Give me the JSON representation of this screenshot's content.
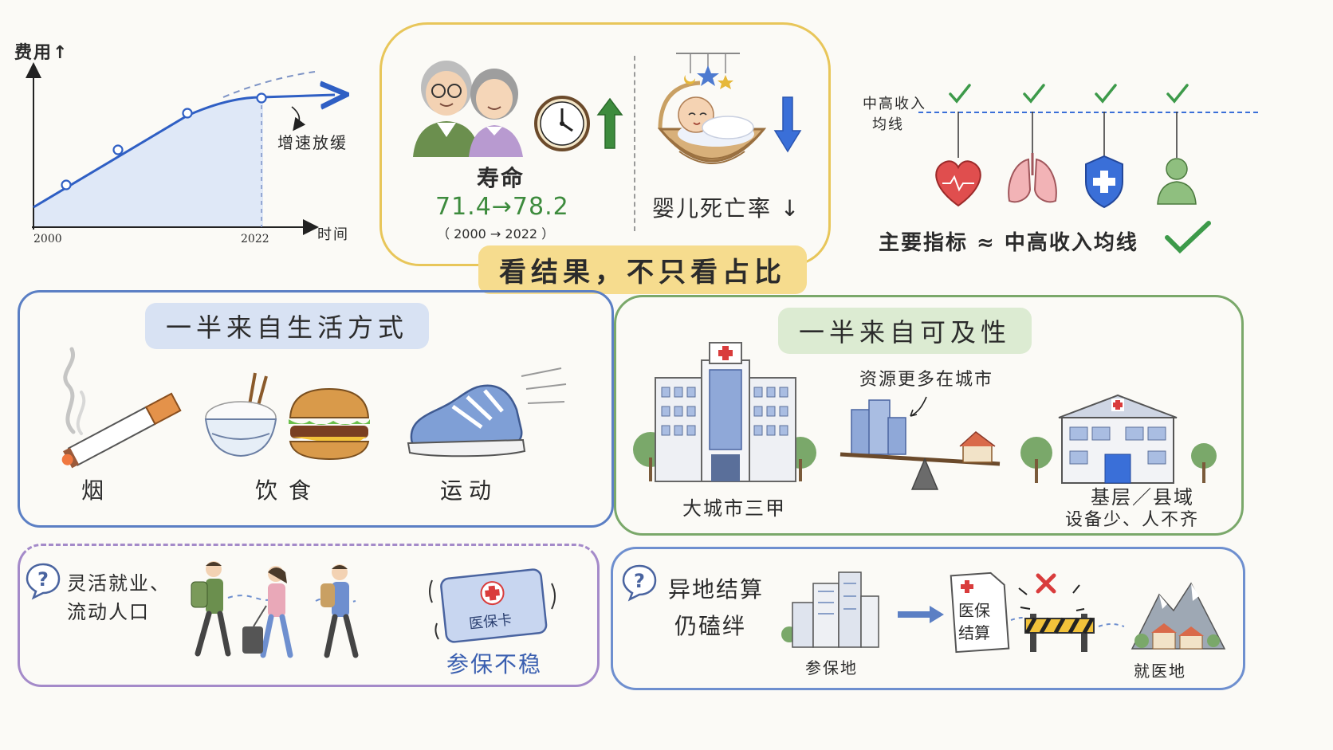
{
  "trend": {
    "y_axis_label": "费用↑",
    "x_axis_label": "时间",
    "tick_start": "2000",
    "tick_end": "2022",
    "note": "增速放缓",
    "line_color": "#2f5fc4",
    "fill_color": "#dce6f7"
  },
  "results": {
    "lifespan_title": "寿命",
    "lifespan_values": "71.4→78.2",
    "lifespan_years": "（ 2000 → 2022 ）",
    "infant_mortality": "婴儿死亡率 ↓",
    "banner": "看结果，不只看占比",
    "border_color": "#e8c65a",
    "up_color": "#3d8b3d",
    "down_color": "#3a6fd8"
  },
  "indicators": {
    "benchmark_label_1": "中高收入",
    "benchmark_label_2": "均线",
    "summary": "主要指标 ≈ 中高收入均线",
    "check_color": "#3d9a4a",
    "icons": [
      "heart-icon",
      "lungs-icon",
      "shield-cross-icon",
      "person-icon"
    ]
  },
  "lifestyle": {
    "title": "一半来自生活方式",
    "items": [
      "烟",
      "饮食",
      "运动"
    ],
    "border_color": "#5b7fc4"
  },
  "access": {
    "title": "一半来自可及性",
    "resource_note": "资源更多在城市",
    "big_hospital": "大城市三甲",
    "grassroots_1": "基层／县域",
    "grassroots_2": "设备少、人不齐",
    "border_color": "#7aa86a"
  },
  "mobile": {
    "question_1": "灵活就业、",
    "question_2": "流动人口",
    "card_label": "医保卡",
    "result": "参保不稳",
    "border_color": "#a48ac9"
  },
  "settlement": {
    "question_1": "异地结算",
    "question_2": "仍磕绊",
    "doc_label_1": "医保",
    "doc_label_2": "结算",
    "origin": "参保地",
    "destination": "就医地",
    "border_color": "#6e8fcf"
  }
}
